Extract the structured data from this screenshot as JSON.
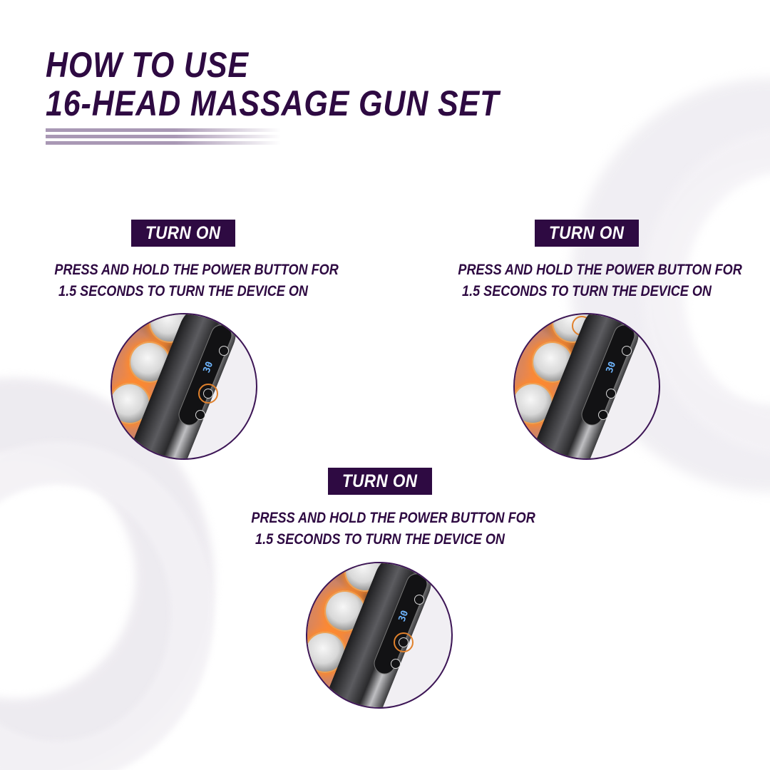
{
  "header": {
    "title_lines": [
      "HOW TO USE",
      "16-HEAD MASSAGE GUN SET"
    ]
  },
  "colors": {
    "primary": "#2e0a42",
    "stripe": "#a998b5",
    "highlight": "#e0812c",
    "lcd": "#6fb6ff"
  },
  "steps": [
    {
      "badge": "TURN ON",
      "description_lines": [
        "PRESS AND HOLD THE POWER BUTTON FOR",
        "1.5 SECONDS TO TURN THE DEVICE ON"
      ],
      "image": {
        "lcd_value": "30",
        "icon": "massage-gun-control-panel"
      }
    },
    {
      "badge": "TURN ON",
      "description_lines": [
        "PRESS AND HOLD THE POWER BUTTON FOR",
        "1.5 SECONDS TO TURN THE DEVICE ON"
      ],
      "image": {
        "lcd_value": "30",
        "icon": "massage-gun-control-panel"
      }
    },
    {
      "badge": "TURN ON",
      "description_lines": [
        "PRESS AND HOLD THE POWER BUTTON FOR",
        "1.5 SECONDS TO TURN THE DEVICE ON"
      ],
      "image": {
        "lcd_value": "30",
        "icon": "massage-gun-control-panel"
      }
    }
  ]
}
